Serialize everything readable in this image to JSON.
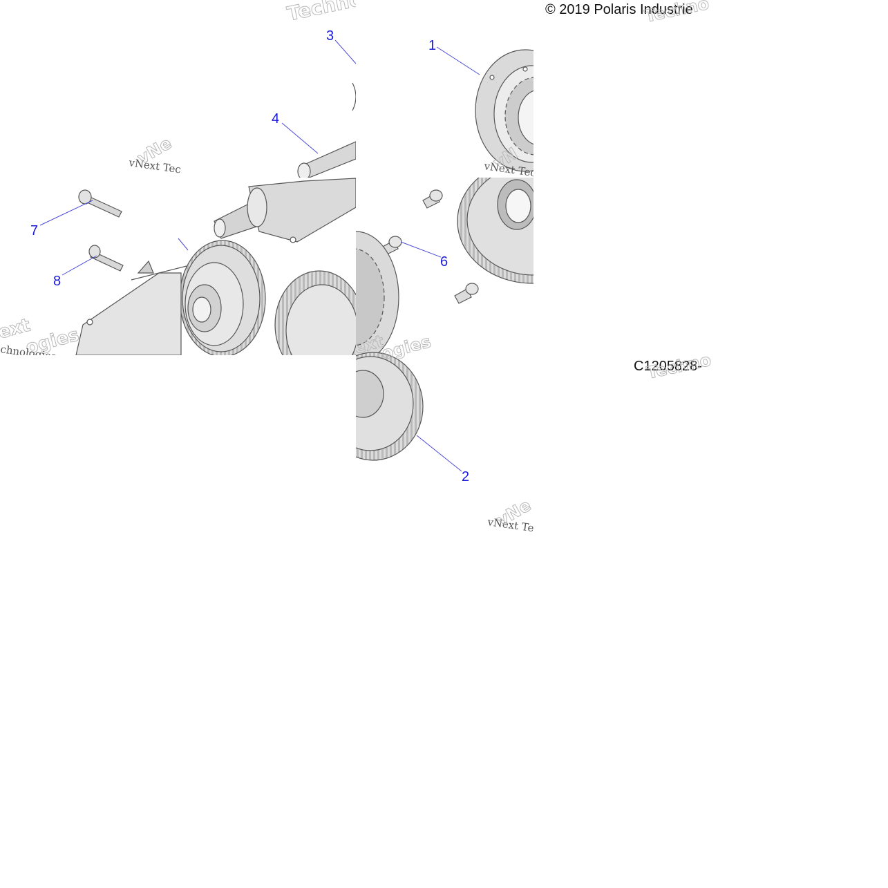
{
  "copyright": "© 2019 Polaris Industrie",
  "figure_code": "C1205828-",
  "watermark_text": "vNext Tec",
  "watermark_text_alt": "chnologies",
  "callouts": {
    "c1": "1",
    "c2": "2",
    "c3": "3",
    "c4": "4",
    "c6": "6",
    "c7": "7",
    "c8": "8"
  },
  "colors": {
    "callout": "#1a1adc",
    "part_fill": "#d9d9d9",
    "part_stroke": "#555555"
  }
}
